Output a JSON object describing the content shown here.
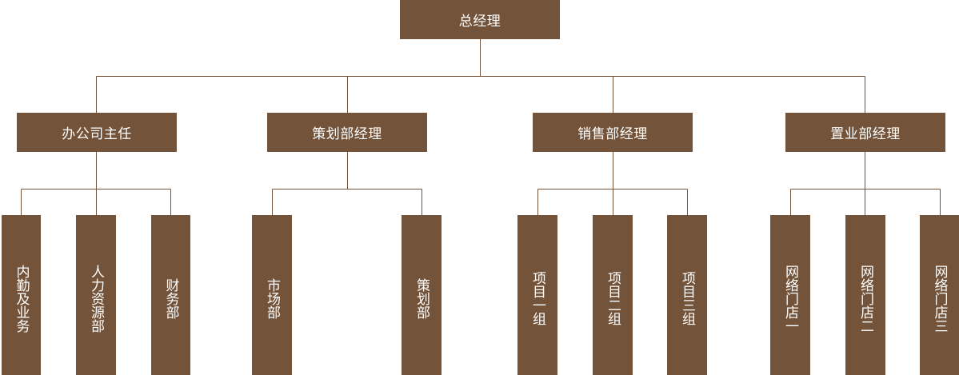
{
  "org": {
    "root": "总经理",
    "departments": [
      {
        "title": "办公司主任",
        "children": [
          "内勤及业务",
          "人力资源部",
          "财务部"
        ]
      },
      {
        "title": "策划部经理",
        "children": [
          "市场部",
          "策划部"
        ]
      },
      {
        "title": "销售部经理",
        "children": [
          "项目一组",
          "项目二组",
          "项目三组"
        ]
      },
      {
        "title": "置业部经理",
        "children": [
          "网络门店一",
          "网络门店二",
          "网络门店三"
        ]
      }
    ]
  },
  "colors": {
    "box_fill": "#735339",
    "box_text": "#ffffff",
    "line": "#735339"
  }
}
